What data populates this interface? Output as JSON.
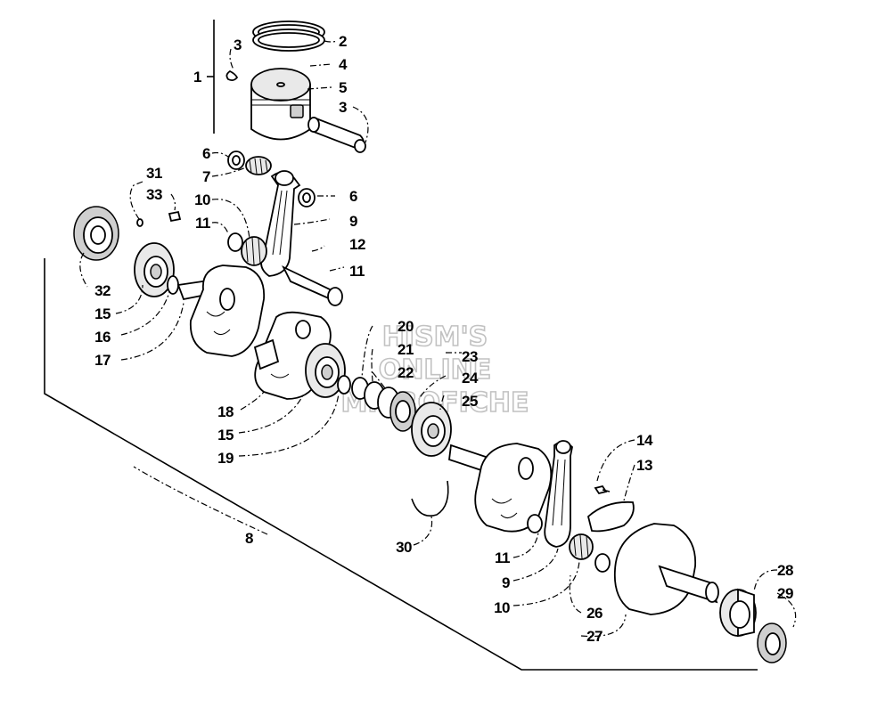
{
  "watermark": {
    "line1": "HISM'S",
    "line2": "ONLINE",
    "line3": "MICROFICHE"
  },
  "callouts": [
    {
      "id": "c1",
      "text": "1"
    },
    {
      "id": "c2",
      "text": "2"
    },
    {
      "id": "c3a",
      "text": "3"
    },
    {
      "id": "c4",
      "text": "4"
    },
    {
      "id": "c5",
      "text": "5"
    },
    {
      "id": "c3b",
      "text": "3"
    },
    {
      "id": "c6a",
      "text": "6"
    },
    {
      "id": "c7",
      "text": "7"
    },
    {
      "id": "c31",
      "text": "31"
    },
    {
      "id": "c33",
      "text": "33"
    },
    {
      "id": "c10a",
      "text": "10"
    },
    {
      "id": "c6b",
      "text": "6"
    },
    {
      "id": "c9a",
      "text": "9"
    },
    {
      "id": "c11a",
      "text": "11"
    },
    {
      "id": "c12",
      "text": "12"
    },
    {
      "id": "c11b",
      "text": "11"
    },
    {
      "id": "c32",
      "text": "32"
    },
    {
      "id": "c15a",
      "text": "15"
    },
    {
      "id": "c16",
      "text": "16"
    },
    {
      "id": "c17",
      "text": "17"
    },
    {
      "id": "c20",
      "text": "20"
    },
    {
      "id": "c21",
      "text": "21"
    },
    {
      "id": "c22",
      "text": "22"
    },
    {
      "id": "c23",
      "text": "23"
    },
    {
      "id": "c24",
      "text": "24"
    },
    {
      "id": "c25",
      "text": "25"
    },
    {
      "id": "c18",
      "text": "18"
    },
    {
      "id": "c15b",
      "text": "15"
    },
    {
      "id": "c19",
      "text": "19"
    },
    {
      "id": "c14",
      "text": "14"
    },
    {
      "id": "c13",
      "text": "13"
    },
    {
      "id": "c8",
      "text": "8"
    },
    {
      "id": "c30",
      "text": "30"
    },
    {
      "id": "c11c",
      "text": "11"
    },
    {
      "id": "c9b",
      "text": "9"
    },
    {
      "id": "c10b",
      "text": "10"
    },
    {
      "id": "c28",
      "text": "28"
    },
    {
      "id": "c29",
      "text": "29"
    },
    {
      "id": "c26",
      "text": "26"
    },
    {
      "id": "c27",
      "text": "27"
    }
  ]
}
